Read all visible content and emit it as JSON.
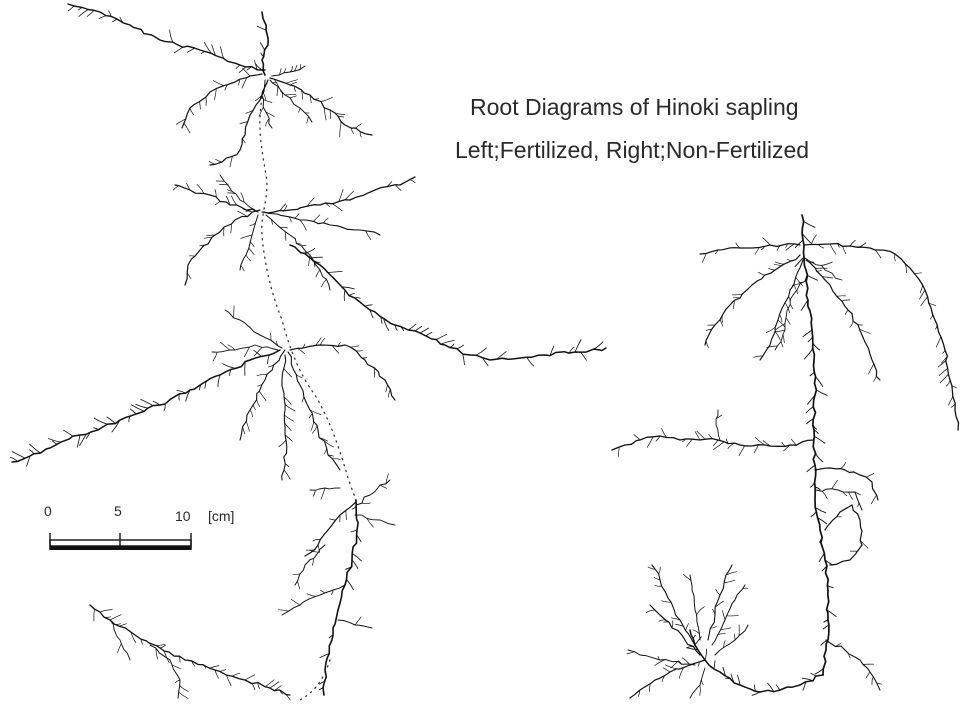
{
  "title": {
    "line1": "Root Diagrams of Hinoki sapling",
    "line2": "Left;Fertilized, Right;Non-Fertilized"
  },
  "scale_bar": {
    "ticks": [
      "0",
      "5",
      "10"
    ],
    "unit": "[cm]"
  },
  "colors": {
    "ink": "#111111",
    "background": "#ffffff"
  }
}
